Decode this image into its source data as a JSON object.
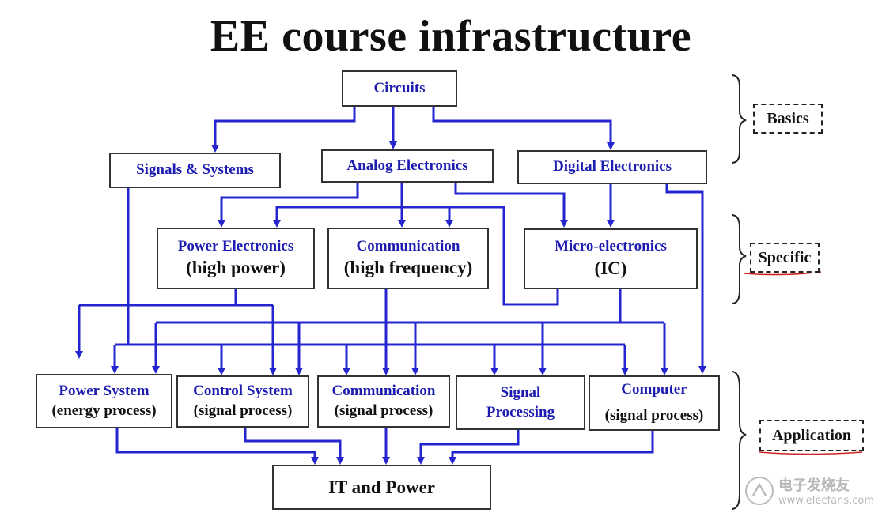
{
  "title": "EE course infrastructure",
  "nodes": {
    "circuits": "Circuits",
    "signals": "Signals & Systems",
    "analog": "Analog Electronics",
    "digital": "Digital Electronics",
    "power_electronics": [
      "Power Electronics",
      "(high power)"
    ],
    "communication_specific": [
      "Communication",
      "(high frequency)"
    ],
    "micro_electronics": [
      "Micro-electronics",
      "(IC)"
    ],
    "power_system": [
      "Power System",
      "(energy process)"
    ],
    "control_system": [
      "Control System",
      "(signal process)"
    ],
    "communication_app": [
      "Communication",
      "(signal process)"
    ],
    "signal_processing": [
      "Signal",
      "Processing"
    ],
    "computer": [
      "Computer",
      "(signal process)"
    ],
    "it_power": "IT and Power"
  },
  "levels": {
    "basics": "Basics",
    "specific": "Specific",
    "application": "Application"
  },
  "watermark": {
    "brand": "电子发烧友",
    "site": "www.elecfans.com"
  },
  "colors": {
    "arrow": "#2525d0",
    "node_text": "#1c1cb0",
    "annotation": "#cc2222"
  }
}
